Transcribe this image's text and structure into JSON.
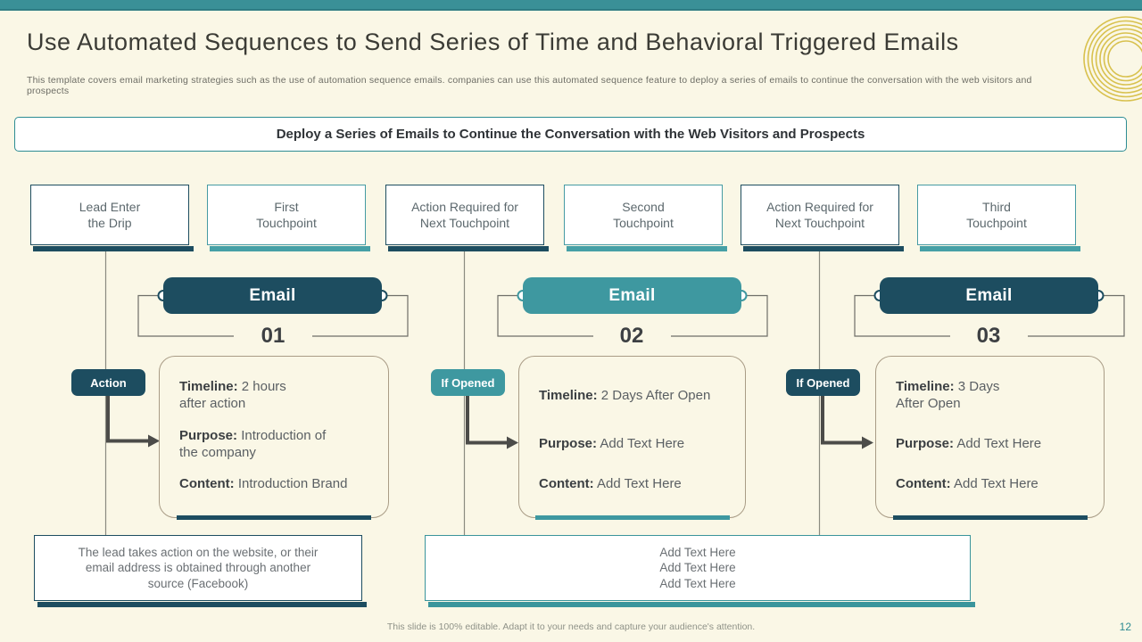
{
  "colors": {
    "background": "#faf7e6",
    "dark_teal": "#1d4d60",
    "teal": "#3e98a0",
    "top_bar": "#3a9097",
    "gold_rings": "#d8c14e",
    "arrow_gray": "#4c4c49",
    "line_gray": "#8b8b80"
  },
  "header": {
    "title": "Use Automated Sequences to Send Series of Time and Behavioral Triggered Emails",
    "subtitle": "This template covers email marketing strategies such as the use of automation sequence emails.  companies can use this automated sequence feature to deploy a series of  emails to continue the conversation with the web visitors and prospects"
  },
  "banner": {
    "text": "Deploy a Series of Emails to Continue the Conversation with the Web Visitors and Prospects"
  },
  "stages": [
    {
      "label": "Lead Enter\nthe Drip",
      "theme": "dark"
    },
    {
      "label": "First\nTouchpoint",
      "theme": "teal"
    },
    {
      "label": "Action Required for\nNext Touchpoint",
      "theme": "dark"
    },
    {
      "label": "Second\nTouchpoint",
      "theme": "teal"
    },
    {
      "label": "Action Required for\nNext Touchpoint",
      "theme": "dark"
    },
    {
      "label": "Third\nTouchpoint",
      "theme": "teal"
    }
  ],
  "flows": [
    {
      "email_label": "Email",
      "number": "01",
      "badge": "Action",
      "fields": {
        "timeline_label": "Timeline:",
        "timeline": "2 hours\nafter action",
        "purpose_label": "Purpose:",
        "purpose": "Introduction  of\nthe  company",
        "content_label": "Content:",
        "content": "Introduction  Brand"
      }
    },
    {
      "email_label": "Email",
      "number": "02",
      "badge": "If Opened",
      "fields": {
        "timeline_label": "Timeline:",
        "timeline": "2 Days After Open",
        "purpose_label": "Purpose:",
        "purpose": "Add Text Here",
        "content_label": "Content:",
        "content": "Add Text Here"
      }
    },
    {
      "email_label": "Email",
      "number": "03",
      "badge": "If Opened",
      "fields": {
        "timeline_label": "Timeline:",
        "timeline": "3 Days\nAfter Open",
        "purpose_label": "Purpose:",
        "purpose": "Add Text Here",
        "content_label": "Content:",
        "content": "Add Text Here"
      }
    }
  ],
  "notes": [
    {
      "text": "The lead takes action on the website, or their\nemail address is obtained through another\nsource (Facebook)"
    },
    {
      "text": "Add Text Here\nAdd Text Here\nAdd Text Here"
    }
  ],
  "footer": {
    "note": "This slide is 100% editable.  Adapt it to your needs and capture your audience's attention.",
    "page_number": "12"
  }
}
